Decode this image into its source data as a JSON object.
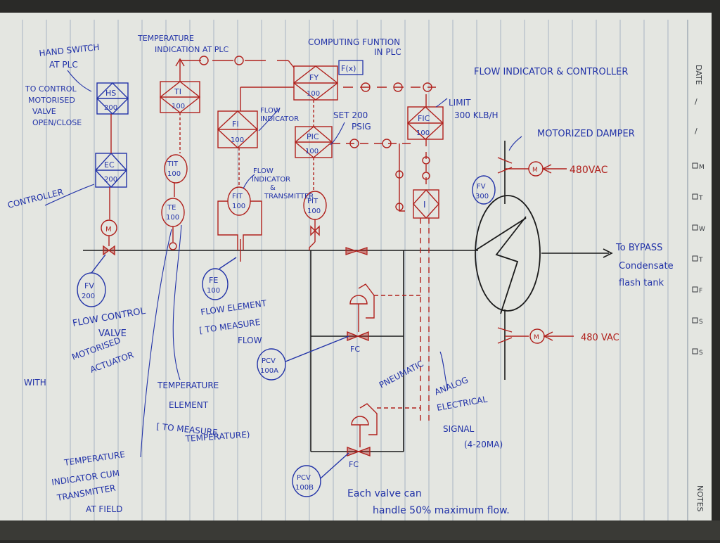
{
  "margin": {
    "date": "DATE",
    "notes": "NOTES",
    "date_marks": [
      "/",
      "/"
    ],
    "days": [
      "M",
      "T",
      "W",
      "T",
      "F",
      "S",
      "S"
    ]
  },
  "annotations": {
    "hand_switch": [
      "HAND SWITCH",
      "AT PLC"
    ],
    "to_control": [
      "TO CONTROL",
      "MOTORISED",
      "VALVE",
      "OPEN/CLOSE"
    ],
    "controller": "CONTROLLER",
    "temp_indication": [
      "TEMPERATURE",
      "INDICATION AT PLC"
    ],
    "computing": [
      "COMPUTING FUNTION",
      "IN PLC"
    ],
    "flow_ind_controller": "FLOW INDICATOR & CONTROLLER",
    "flow_indicator": [
      "FLOW",
      "INDICATOR"
    ],
    "flow_ind_transmitter": [
      "FLOW",
      "INDICATOR",
      "&",
      "TRANSMITTER"
    ],
    "set": [
      "SET 200",
      "PSIG"
    ],
    "limit": [
      "LIMIT",
      "300 KLB/H"
    ],
    "motorized_damper": "MOTORIZED DAMPER",
    "vac_top": "480VAC",
    "vac_bottom": "480 VAC",
    "bypass": [
      "To BYPASS",
      "Condensate",
      "flash tank"
    ],
    "flow_control_valve": [
      "FLOW CONTROL",
      "VALVE"
    ],
    "with": "WITH",
    "motorised_actuator": [
      "MOTORISED",
      "ACTUATOR"
    ],
    "flow_element": [
      "FLOW ELEMENT",
      "[ TO MEASURE",
      "FLOW"
    ],
    "temp_element": [
      "TEMPERATURE",
      "ELEMENT",
      "[ TO MEASURE",
      "TEMPERATURE)"
    ],
    "temp_transmitter": [
      "TEMPERATURE",
      "INDICATOR CUM",
      "TRANSMITTER",
      "AT FIELD"
    ],
    "pneumatic": "PNEUMATIC",
    "analog": [
      "ANALOG",
      "ELECTRICAL",
      "SIGNAL",
      "(4-20MA)"
    ],
    "each_valve": [
      "Each valve can",
      "handle 50% maximum flow."
    ],
    "fc_top": "FC",
    "fc_bottom": "FC"
  },
  "instruments": {
    "hs": [
      "HS",
      "200"
    ],
    "ec": [
      "EC",
      "200"
    ],
    "ti": [
      "TI",
      "100"
    ],
    "tit": [
      "TIT",
      "100"
    ],
    "te": [
      "TE",
      "100"
    ],
    "fi": [
      "FI",
      "100"
    ],
    "fit": [
      "FIT",
      "100"
    ],
    "fy": [
      "FY",
      "100"
    ],
    "fx": "F(x)",
    "pic": [
      "PIC",
      "100"
    ],
    "pit": [
      "PIT",
      "100"
    ],
    "fic": [
      "FIC",
      "100"
    ],
    "i_box": "I",
    "motor": "M",
    "fv200": [
      "FV",
      "200"
    ],
    "fe100": [
      "FE",
      "100"
    ],
    "fv300": [
      "FV",
      "300"
    ],
    "pcv_a": [
      "PCV",
      "100A"
    ],
    "pcv_b": [
      "PCV",
      "100B"
    ]
  },
  "colors": {
    "ink_blue": "#2233a8",
    "ink_red": "#b0201c",
    "ink_black": "#1a1a1a",
    "paper": "#e4e6e1",
    "rule": "#a8b4c2"
  }
}
